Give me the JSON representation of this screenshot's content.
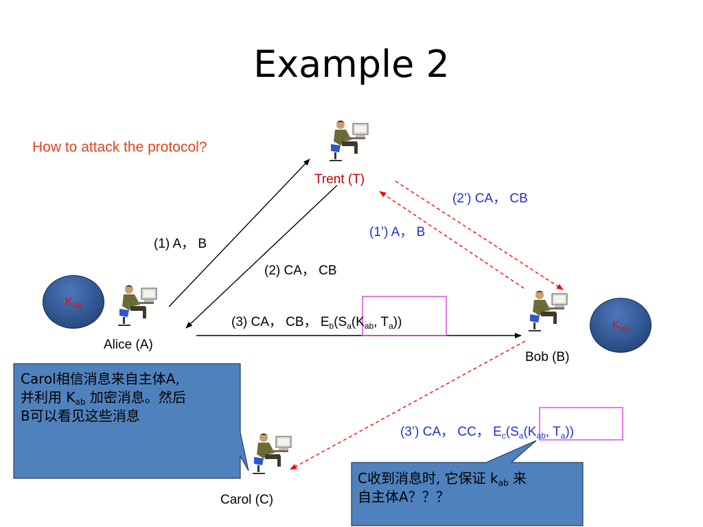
{
  "title": "Example 2",
  "question": "How to attack the protocol?",
  "nodes": {
    "trent": "Trent (T)",
    "alice": "Alice (A)",
    "bob": "Bob (B)",
    "carol": "Carol (C)"
  },
  "messages": {
    "m1": "(1) A， B",
    "m2": "(2) CA， CB",
    "m3_prefix": "(3) CA， CB， E",
    "m1p": "(1’) A， B",
    "m2p": "(2’) CA， CB",
    "m3p_prefix": "(3’) CA， CC， E"
  },
  "key": {
    "base": "K",
    "sub": "ab"
  },
  "callouts": {
    "left_line1": "Carol相信消息来自主体A,",
    "left_line2_pre": "并利用 K",
    "left_line2_sub": "ab",
    "left_line2_post": " 加密消息。然后",
    "left_line3": "B可以看见这些消息",
    "right_line1_pre": "C收到消息时, 它保证 k",
    "right_line1_sub": "ab",
    "right_line1_post": " 来",
    "right_line2": "自主体A？？？"
  },
  "colors": {
    "question": "#e8401c",
    "trent_label": "#c00000",
    "attack_text": "#1f2fd8",
    "attack_arrow": "#ff0000",
    "callout_fill": "#4f81bd",
    "highlight_box": "#e040e0"
  },
  "icons": [
    "person-at-computer-icon"
  ]
}
